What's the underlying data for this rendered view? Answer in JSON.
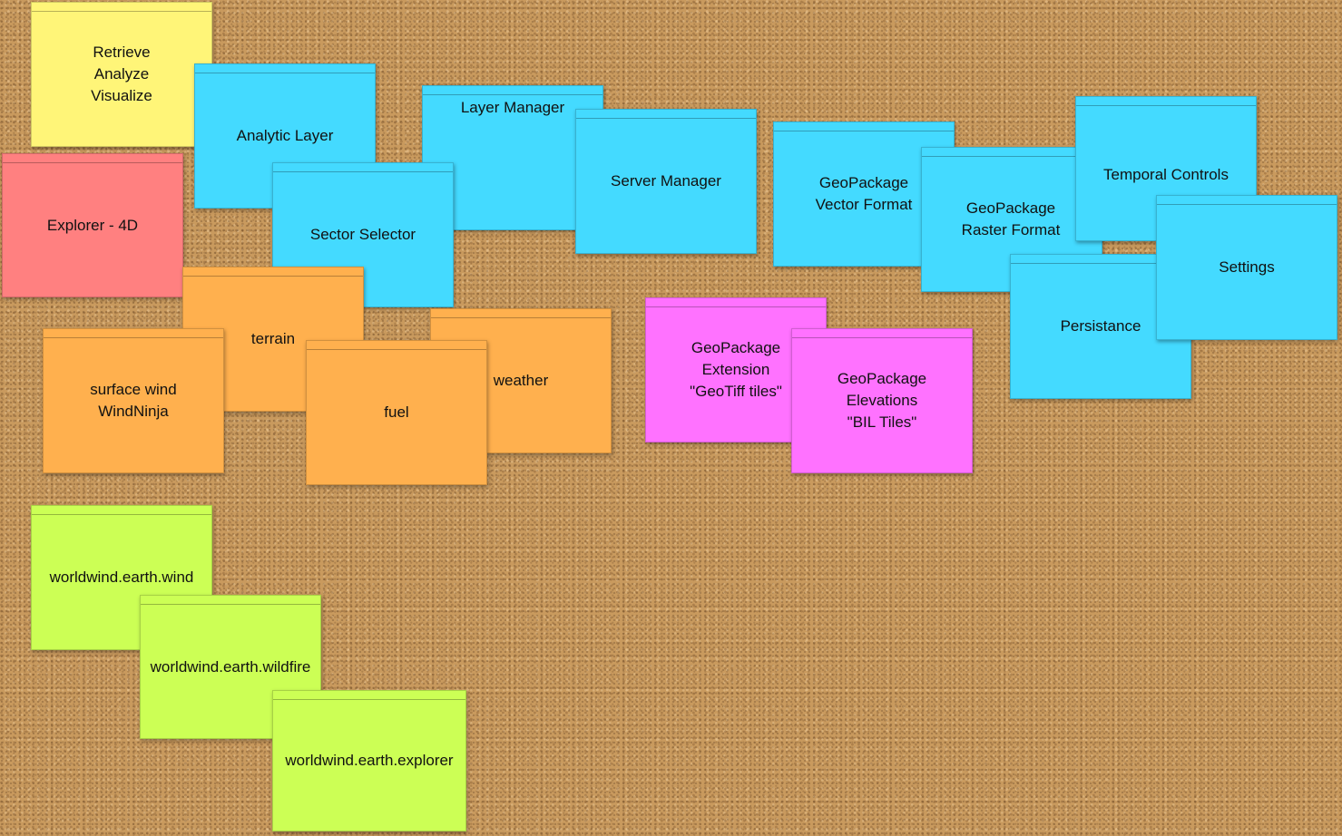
{
  "colors": {
    "board": "#c99a5e",
    "yellow": "#fff578",
    "red": "#ff8080",
    "blue": "#44daff",
    "orange": "#ffb04e",
    "magenta": "#ff72ff",
    "green": "#ccff55"
  },
  "notes": {
    "retrieve": "Retrieve\nAnalyze\nVisualize",
    "explorer_4d": "Explorer - 4D",
    "analytic_layer": "Analytic Layer",
    "sector_selector": "Sector Selector",
    "layer_manager": "Layer Manager",
    "server_manager": "Server Manager",
    "gpkg_vector": "GeoPackage\nVector Format",
    "gpkg_raster": "GeoPackage\nRaster Format",
    "temporal_controls": "Temporal Controls",
    "persistance": "Persistance",
    "settings": "Settings",
    "terrain": "terrain",
    "surface_wind": "surface wind\nWindNinja",
    "weather": "weather",
    "fuel": "fuel",
    "gpkg_extension": "GeoPackage\nExtension\n\"GeoTiff tiles\"",
    "gpkg_elevations": "GeoPackage\nElevations\n\"BIL Tiles\"",
    "ww_wind": "worldwind.earth.wind",
    "ww_wildfire": "worldwind.earth.wildfire",
    "ww_explorer": "worldwind.earth.explorer"
  }
}
